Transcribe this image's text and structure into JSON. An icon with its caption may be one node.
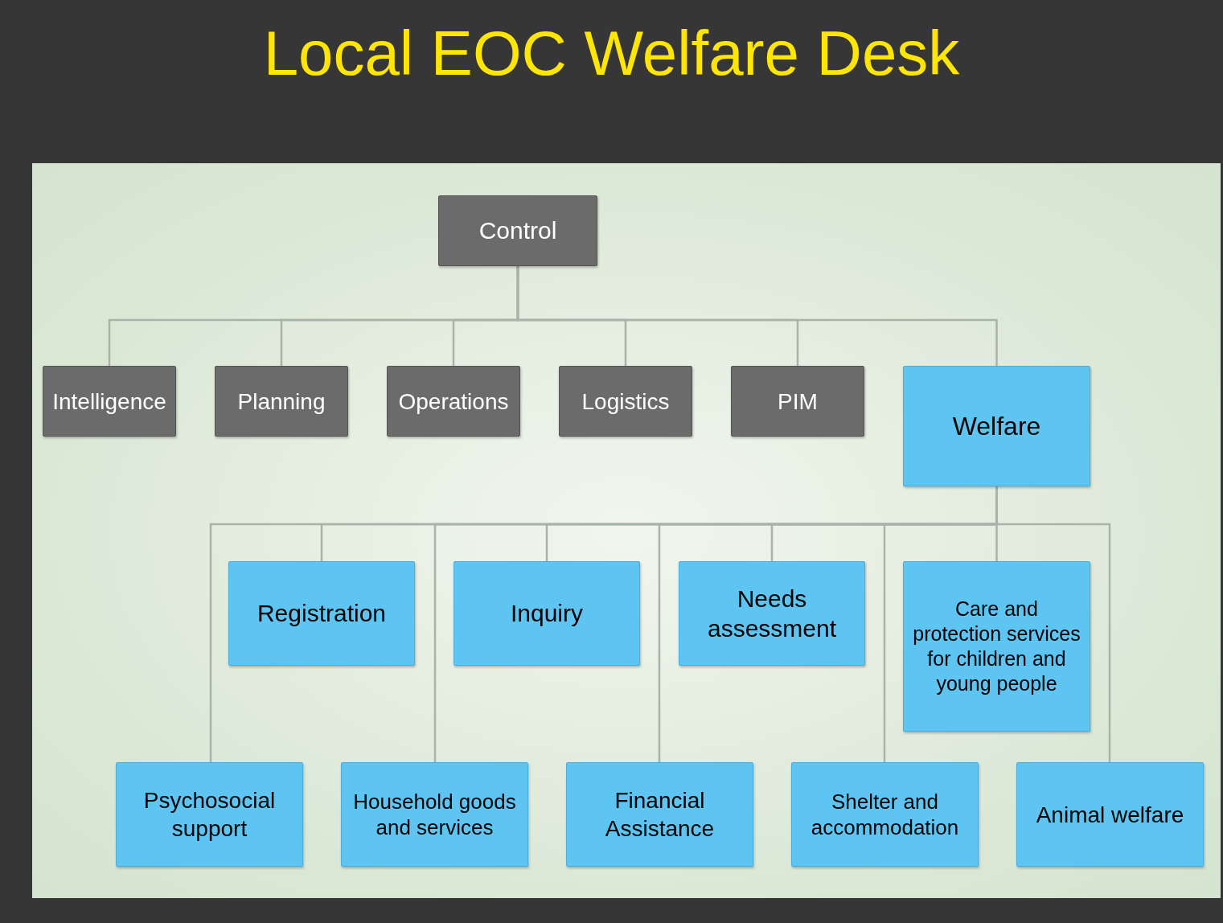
{
  "diagram": {
    "title": "Local EOC Welfare Desk",
    "nodes": [
      {
        "text": [
          "Control"
        ]
      },
      {
        "text": [
          "Intelligence"
        ]
      },
      {
        "text": [
          "Planning"
        ]
      },
      {
        "text": [
          "Operations"
        ]
      },
      {
        "text": [
          "Logistics"
        ]
      },
      {
        "text": [
          "PIM"
        ]
      },
      {
        "text": [
          "Welfare"
        ]
      },
      {
        "text": [
          "Registration"
        ]
      },
      {
        "text": [
          "Inquiry"
        ]
      },
      {
        "text": [
          "Needs assessment"
        ]
      },
      {
        "text": [
          "Care and protection services for children and young people"
        ]
      },
      {
        "text": [
          "Psychosocial support"
        ]
      },
      {
        "text": [
          "Household goods and services"
        ]
      },
      {
        "text": [
          "Financial Assistance"
        ]
      },
      {
        "text": [
          "Shelter and accommodation"
        ]
      },
      {
        "text": [
          "Animal welfare"
        ]
      }
    ],
    "edges": [
      {
        "from": 0,
        "to": 1,
        "arrow": "none"
      },
      {
        "from": 0,
        "to": 2,
        "arrow": "none"
      },
      {
        "from": 0,
        "to": 3,
        "arrow": "none"
      },
      {
        "from": 0,
        "to": 4,
        "arrow": "none"
      },
      {
        "from": 0,
        "to": 5,
        "arrow": "none"
      },
      {
        "from": 0,
        "to": 6,
        "arrow": "none"
      },
      {
        "from": 6,
        "to": 11,
        "arrow": "none"
      },
      {
        "from": 6,
        "to": 7,
        "arrow": "none"
      },
      {
        "from": 6,
        "to": 12,
        "arrow": "none"
      },
      {
        "from": 6,
        "to": 8,
        "arrow": "none"
      },
      {
        "from": 6,
        "to": 13,
        "arrow": "none"
      },
      {
        "from": 6,
        "to": 9,
        "arrow": "none"
      },
      {
        "from": 6,
        "to": 14,
        "arrow": "none"
      },
      {
        "from": 6,
        "to": 10,
        "arrow": "none"
      },
      {
        "from": 6,
        "to": 15,
        "arrow": "none"
      }
    ]
  }
}
